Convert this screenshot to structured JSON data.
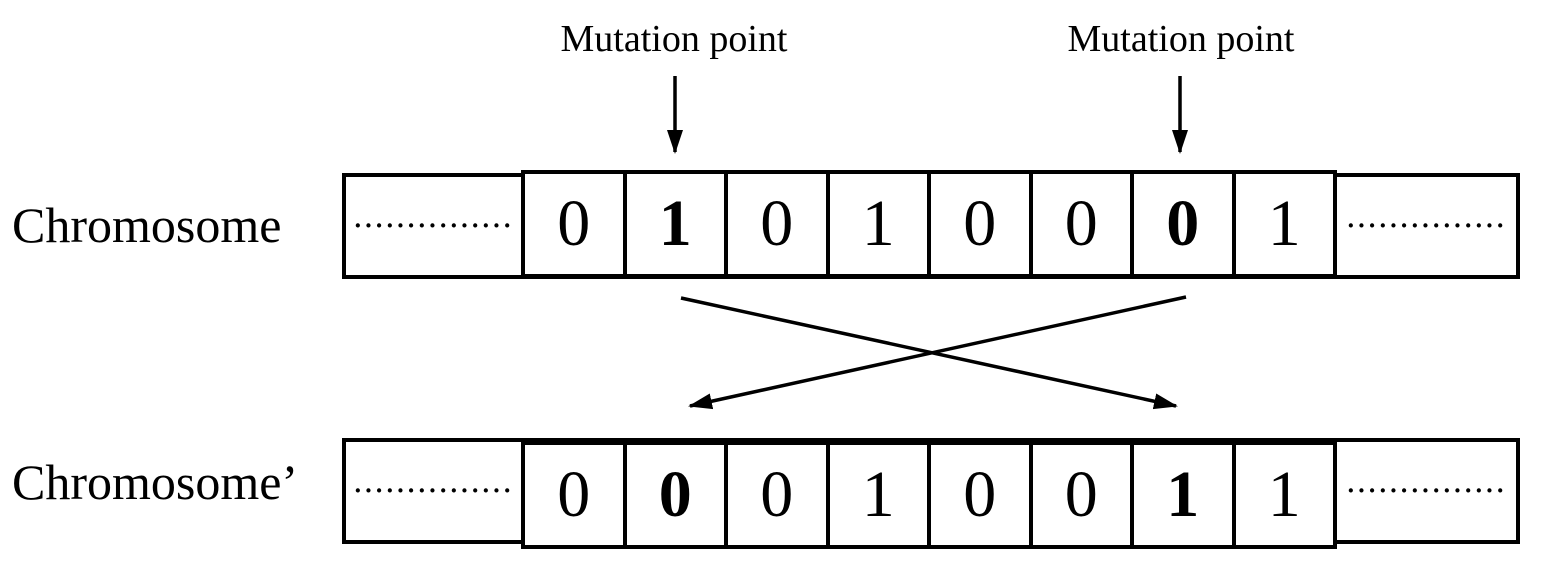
{
  "labels": {
    "chromosome": "Chromosome",
    "chromosome_prime": "Chromosome’"
  },
  "mutation_points": [
    {
      "label": "Mutation point",
      "points_to_bit": 2
    },
    {
      "label": "Mutation point",
      "points_to_bit": 7
    }
  ],
  "rows": [
    {
      "name": "Chromosome",
      "leader_left": "···············",
      "leader_right": "···············",
      "bits": [
        {
          "value": "0",
          "bold": false
        },
        {
          "value": "1",
          "bold": true
        },
        {
          "value": "0",
          "bold": false
        },
        {
          "value": "1",
          "bold": false
        },
        {
          "value": "0",
          "bold": false
        },
        {
          "value": "0",
          "bold": false
        },
        {
          "value": "0",
          "bold": true
        },
        {
          "value": "1",
          "bold": false
        }
      ]
    },
    {
      "name": "Chromosome’",
      "leader_left": "···············",
      "leader_right": "···············",
      "bits": [
        {
          "value": "0",
          "bold": false
        },
        {
          "value": "0",
          "bold": true
        },
        {
          "value": "0",
          "bold": false
        },
        {
          "value": "1",
          "bold": false
        },
        {
          "value": "0",
          "bold": false
        },
        {
          "value": "0",
          "bold": false
        },
        {
          "value": "1",
          "bold": true
        },
        {
          "value": "1",
          "bold": false
        }
      ]
    }
  ],
  "icons": {
    "mutation_arrow": "arrow-down-icon",
    "swap_arrows": "crossed-arrows-icon"
  },
  "colors": {
    "foreground": "#000000",
    "background": "#ffffff"
  }
}
